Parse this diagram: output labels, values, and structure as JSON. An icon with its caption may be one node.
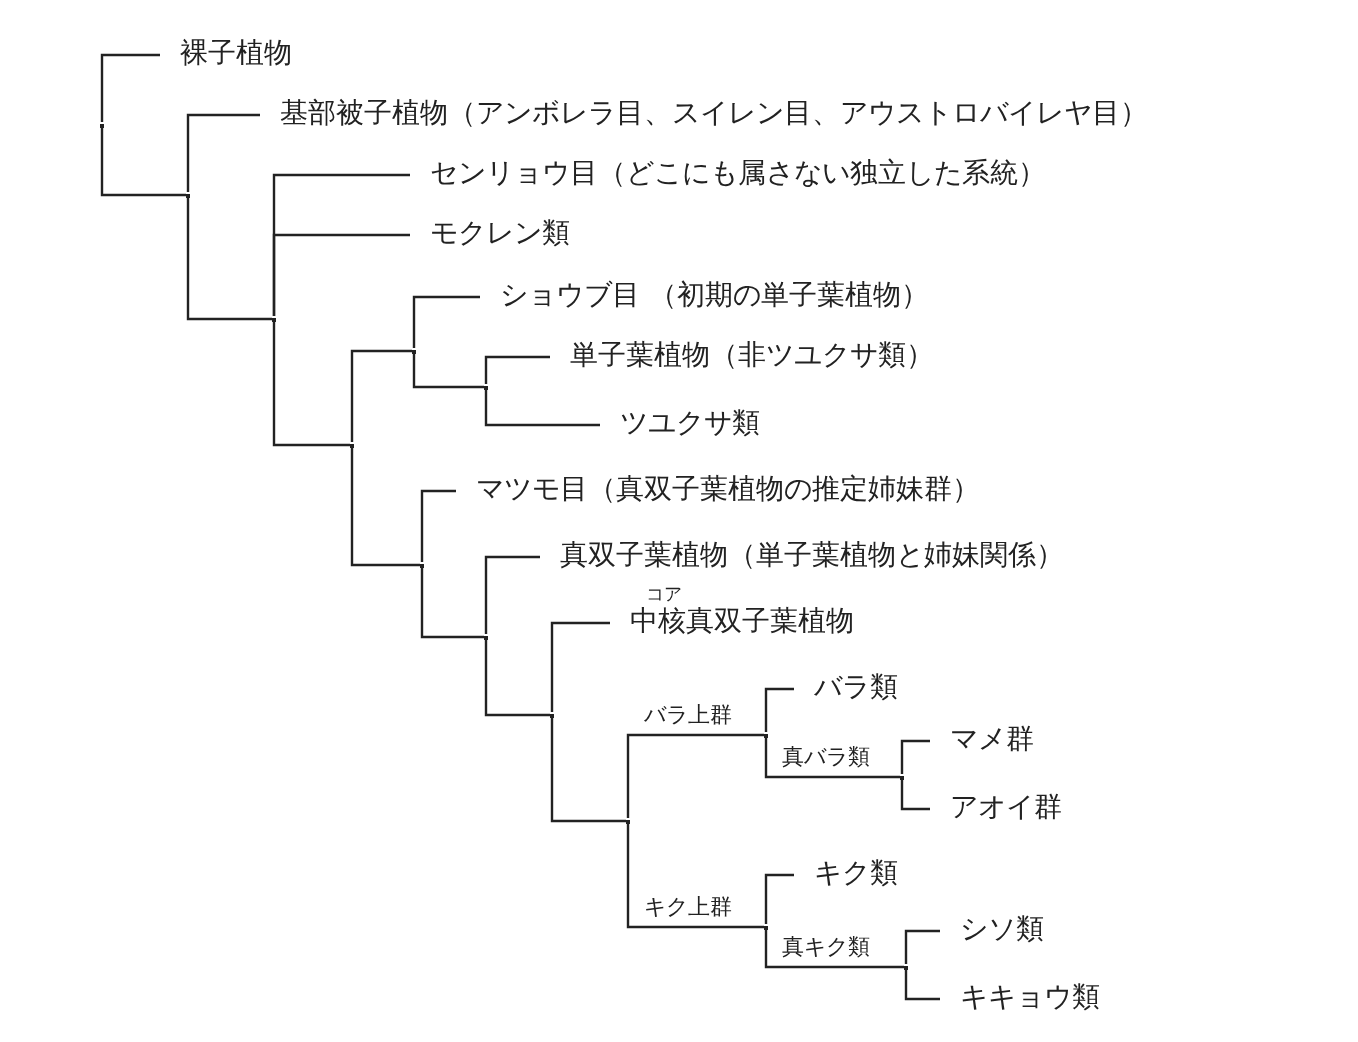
{
  "diagram": {
    "nodes": [
      {
        "text": [],
        "shape": "point"
      },
      {
        "text": [
          "裸子植物"
        ]
      },
      {
        "text": [],
        "shape": "point"
      },
      {
        "text": [
          "基部被子植物（アンボレラ目、スイレン目、アウストロバイレヤ目）"
        ]
      },
      {
        "text": [],
        "shape": "point"
      },
      {
        "text": [
          "センリョウ目（どこにも属さない独立した系統）"
        ]
      },
      {
        "text": [
          "モクレン類"
        ]
      },
      {
        "text": [],
        "shape": "point"
      },
      {
        "text": [],
        "shape": "point"
      },
      {
        "text": [
          "ショウブ目 （初期の単子葉植物）"
        ]
      },
      {
        "text": [],
        "shape": "point"
      },
      {
        "text": [
          "単子葉植物（非ツユクサ類）"
        ]
      },
      {
        "text": [
          "ツユクサ類"
        ]
      },
      {
        "text": [],
        "shape": "point"
      },
      {
        "text": [
          "マツモ目（真双子葉植物の推定姉妹群）"
        ]
      },
      {
        "text": [],
        "shape": "point"
      },
      {
        "text": [
          "真双子葉植物（単子葉植物と姉妹関係）"
        ]
      },
      {
        "text": [],
        "shape": "point"
      },
      {
        "text": [
          "コア",
          "中核真双子葉植物"
        ]
      },
      {
        "text": [],
        "shape": "point"
      },
      {
        "text": [],
        "shape": "point"
      },
      {
        "text": [
          "バラ類"
        ]
      },
      {
        "text": [],
        "shape": "point"
      },
      {
        "text": [
          "マメ群"
        ]
      },
      {
        "text": [
          "アオイ群"
        ]
      },
      {
        "text": [],
        "shape": "point"
      },
      {
        "text": [
          "キク類"
        ]
      },
      {
        "text": [],
        "shape": "point"
      },
      {
        "text": [
          "シソ類"
        ]
      },
      {
        "text": [
          "キキョウ類"
        ]
      }
    ],
    "edges": [
      {
        "from": 0,
        "to": 1,
        "arrow": "none"
      },
      {
        "from": 0,
        "to": 2,
        "arrow": "none"
      },
      {
        "from": 2,
        "to": 3,
        "arrow": "none"
      },
      {
        "from": 2,
        "to": 4,
        "arrow": "none"
      },
      {
        "from": 4,
        "to": 5,
        "arrow": "none"
      },
      {
        "from": 4,
        "to": 6,
        "arrow": "none"
      },
      {
        "from": 4,
        "to": 7,
        "arrow": "none"
      },
      {
        "from": 7,
        "to": 8,
        "arrow": "none"
      },
      {
        "from": 7,
        "to": 13,
        "arrow": "none"
      },
      {
        "from": 8,
        "to": 9,
        "arrow": "none"
      },
      {
        "from": 8,
        "to": 10,
        "arrow": "none"
      },
      {
        "from": 10,
        "to": 11,
        "arrow": "none"
      },
      {
        "from": 10,
        "to": 12,
        "arrow": "none"
      },
      {
        "from": 13,
        "to": 14,
        "arrow": "none"
      },
      {
        "from": 13,
        "to": 15,
        "arrow": "none"
      },
      {
        "from": 15,
        "to": 16,
        "arrow": "none"
      },
      {
        "from": 15,
        "to": 17,
        "arrow": "none"
      },
      {
        "from": 17,
        "to": 18,
        "arrow": "none"
      },
      {
        "from": 17,
        "to": 19,
        "arrow": "none"
      },
      {
        "from": 19,
        "to": 20,
        "arrow": "none",
        "label": "バラ上群"
      },
      {
        "from": 19,
        "to": 25,
        "arrow": "none",
        "label": "キク上群"
      },
      {
        "from": 20,
        "to": 21,
        "arrow": "none"
      },
      {
        "from": 20,
        "to": 22,
        "arrow": "none",
        "label": "真バラ類"
      },
      {
        "from": 22,
        "to": 23,
        "arrow": "none"
      },
      {
        "from": 22,
        "to": 24,
        "arrow": "none"
      },
      {
        "from": 25,
        "to": 26,
        "arrow": "none"
      },
      {
        "from": 25,
        "to": 27,
        "arrow": "none",
        "label": "真キク類"
      },
      {
        "from": 27,
        "to": 28,
        "arrow": "none"
      },
      {
        "from": 27,
        "to": 29,
        "arrow": "none"
      }
    ]
  }
}
